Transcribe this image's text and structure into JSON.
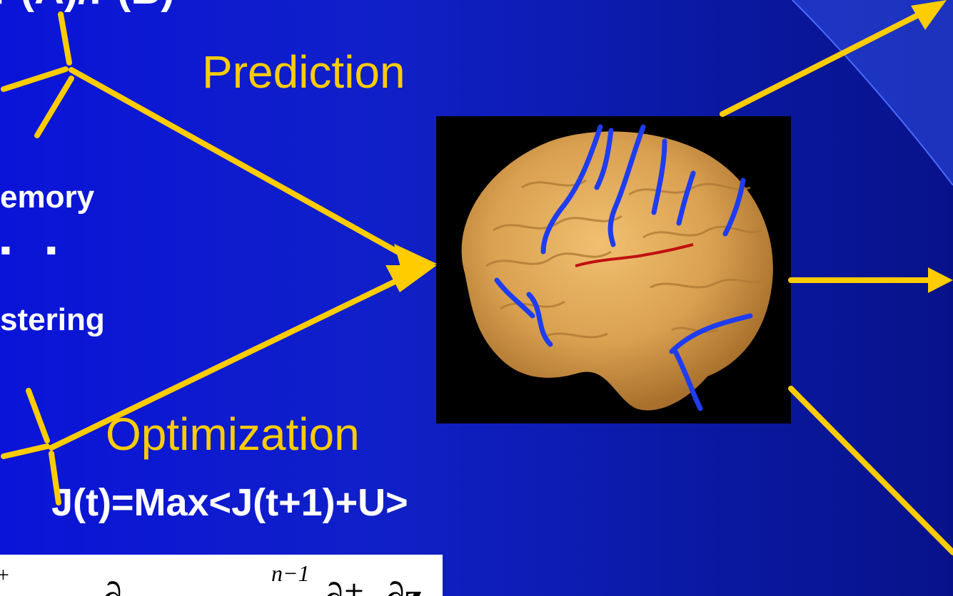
{
  "slide": {
    "top_text": "P(A)/P(B)",
    "memory_text": "emory",
    "dots_text": "▪ ▪",
    "clustering_text": "stering",
    "prediction_label": "Prediction",
    "optimization_label": "Optimization",
    "equation": "J(t)=Max<J(t+1)+U>",
    "math_fragment": {
      "plus_sup": "+",
      "partial": "∂",
      "exponent": "n−1",
      "partial_plus": "∂⁺",
      "partial_z": "∂z"
    }
  },
  "colors": {
    "background": "#1020c8",
    "arrow": "#ffcc00",
    "label_gold": "#ffcc00",
    "text_white": "#ffffff",
    "brain_tissue": "#d9a050",
    "vessels": "#1e3cf0"
  },
  "icons": {
    "brain_image": "brain-rendering-icon",
    "arrows": "arrow-icon"
  }
}
